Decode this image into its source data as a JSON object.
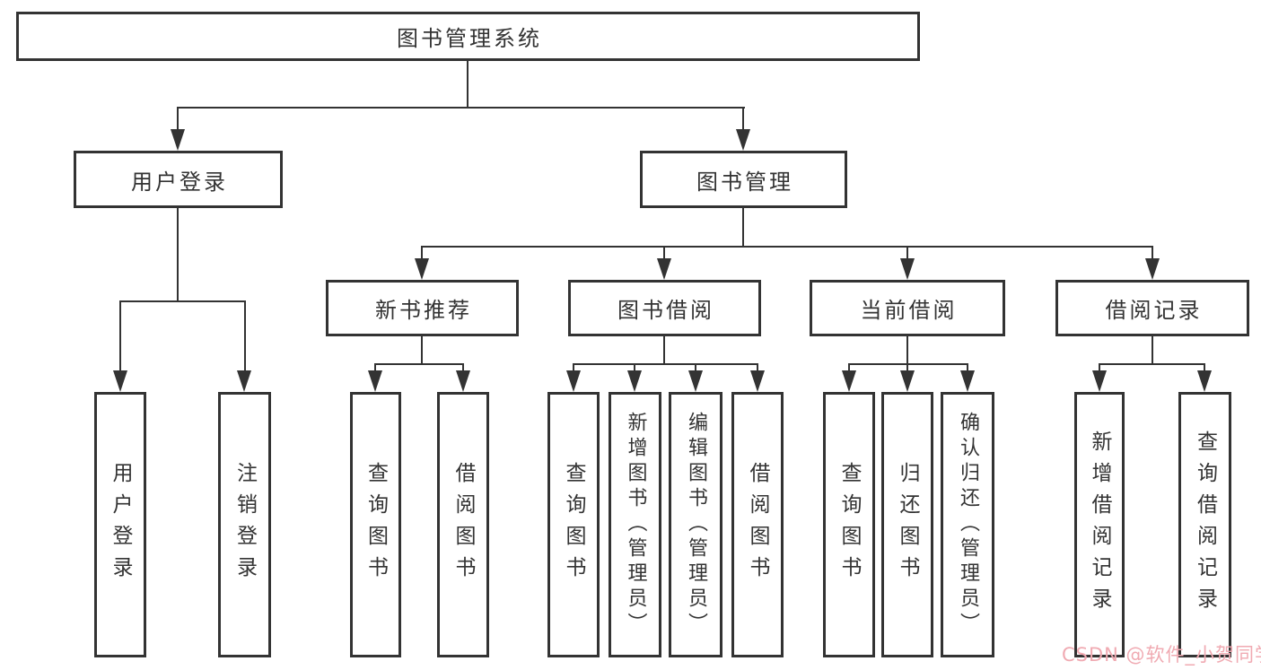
{
  "colors": {
    "line": "#333333",
    "ink": "#333333",
    "watermark": "#f0aab2",
    "background": "#ffffff"
  },
  "watermark": {
    "text": "CSDN @软件_小贺同学"
  },
  "tree": {
    "root": {
      "label": "图书管理系统",
      "children": [
        {
          "label": "用户登录",
          "children": [
            {
              "label": "用户登录"
            },
            {
              "label": "注销登录"
            }
          ]
        },
        {
          "label": "图书管理",
          "children": [
            {
              "label": "新书推荐",
              "children": [
                {
                  "label": "查询图书"
                },
                {
                  "label": "借阅图书"
                }
              ]
            },
            {
              "label": "图书借阅",
              "children": [
                {
                  "label": "查询图书"
                },
                {
                  "label": "新增图书（管理员）"
                },
                {
                  "label": "编辑图书（管理员）"
                },
                {
                  "label": "借阅图书"
                }
              ]
            },
            {
              "label": "当前借阅",
              "children": [
                {
                  "label": "查询图书"
                },
                {
                  "label": "归还图书"
                },
                {
                  "label": "确认归还（管理员）"
                }
              ]
            },
            {
              "label": "借阅记录",
              "children": [
                {
                  "label": "新增借阅记录"
                },
                {
                  "label": "查询借阅记录"
                }
              ]
            }
          ]
        }
      ]
    }
  }
}
